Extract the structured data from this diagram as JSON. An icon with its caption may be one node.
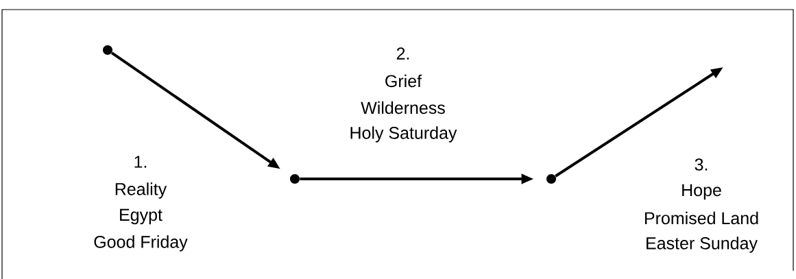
{
  "diagram": {
    "nodes": [
      {
        "text": [],
        "shape": "circle"
      },
      {
        "text": [],
        "shape": "circle"
      },
      {
        "text": [],
        "shape": "circle"
      }
    ],
    "edges": [
      {
        "from": 0,
        "to": 1,
        "arrow": "to"
      },
      {
        "from": 1,
        "to": 2,
        "arrow": "to"
      },
      {
        "from": 2,
        "to": null,
        "arrow": "to"
      }
    ],
    "labels": [
      "2.",
      "Grief",
      "Wilderness",
      "Holy Saturday",
      "1.",
      "Reality",
      "Egypt",
      "Good Friday",
      "3.",
      "Hope",
      "Promised Land",
      "Easter Sunday"
    ]
  }
}
